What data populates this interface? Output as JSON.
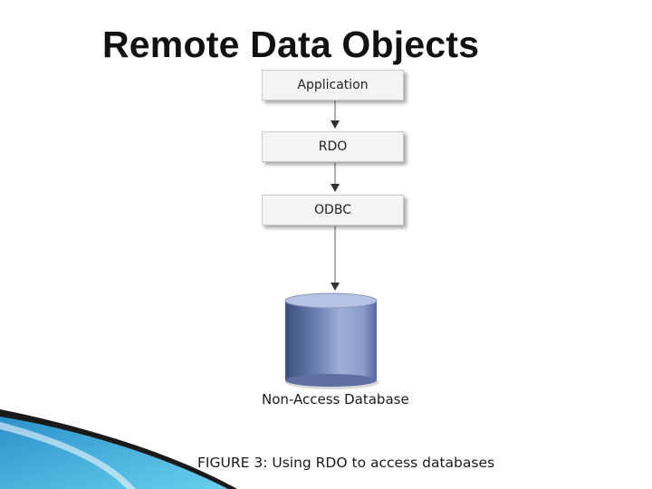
{
  "slide": {
    "title": "Remote Data Objects"
  },
  "diagram": {
    "nodes": [
      {
        "id": "application",
        "label": "Application"
      },
      {
        "id": "rdo",
        "label": "RDO"
      },
      {
        "id": "odbc",
        "label": "ODBC"
      },
      {
        "id": "database",
        "label": "Non-Access Database"
      }
    ],
    "edges": [
      {
        "from": "application",
        "to": "rdo"
      },
      {
        "from": "rdo",
        "to": "odbc"
      },
      {
        "from": "odbc",
        "to": "database"
      }
    ],
    "figure_caption": "FIGURE 3: Using RDO to access databases"
  },
  "colors": {
    "accent_blue": "#2a8fc9",
    "database_blue": "#5b6fa0"
  }
}
